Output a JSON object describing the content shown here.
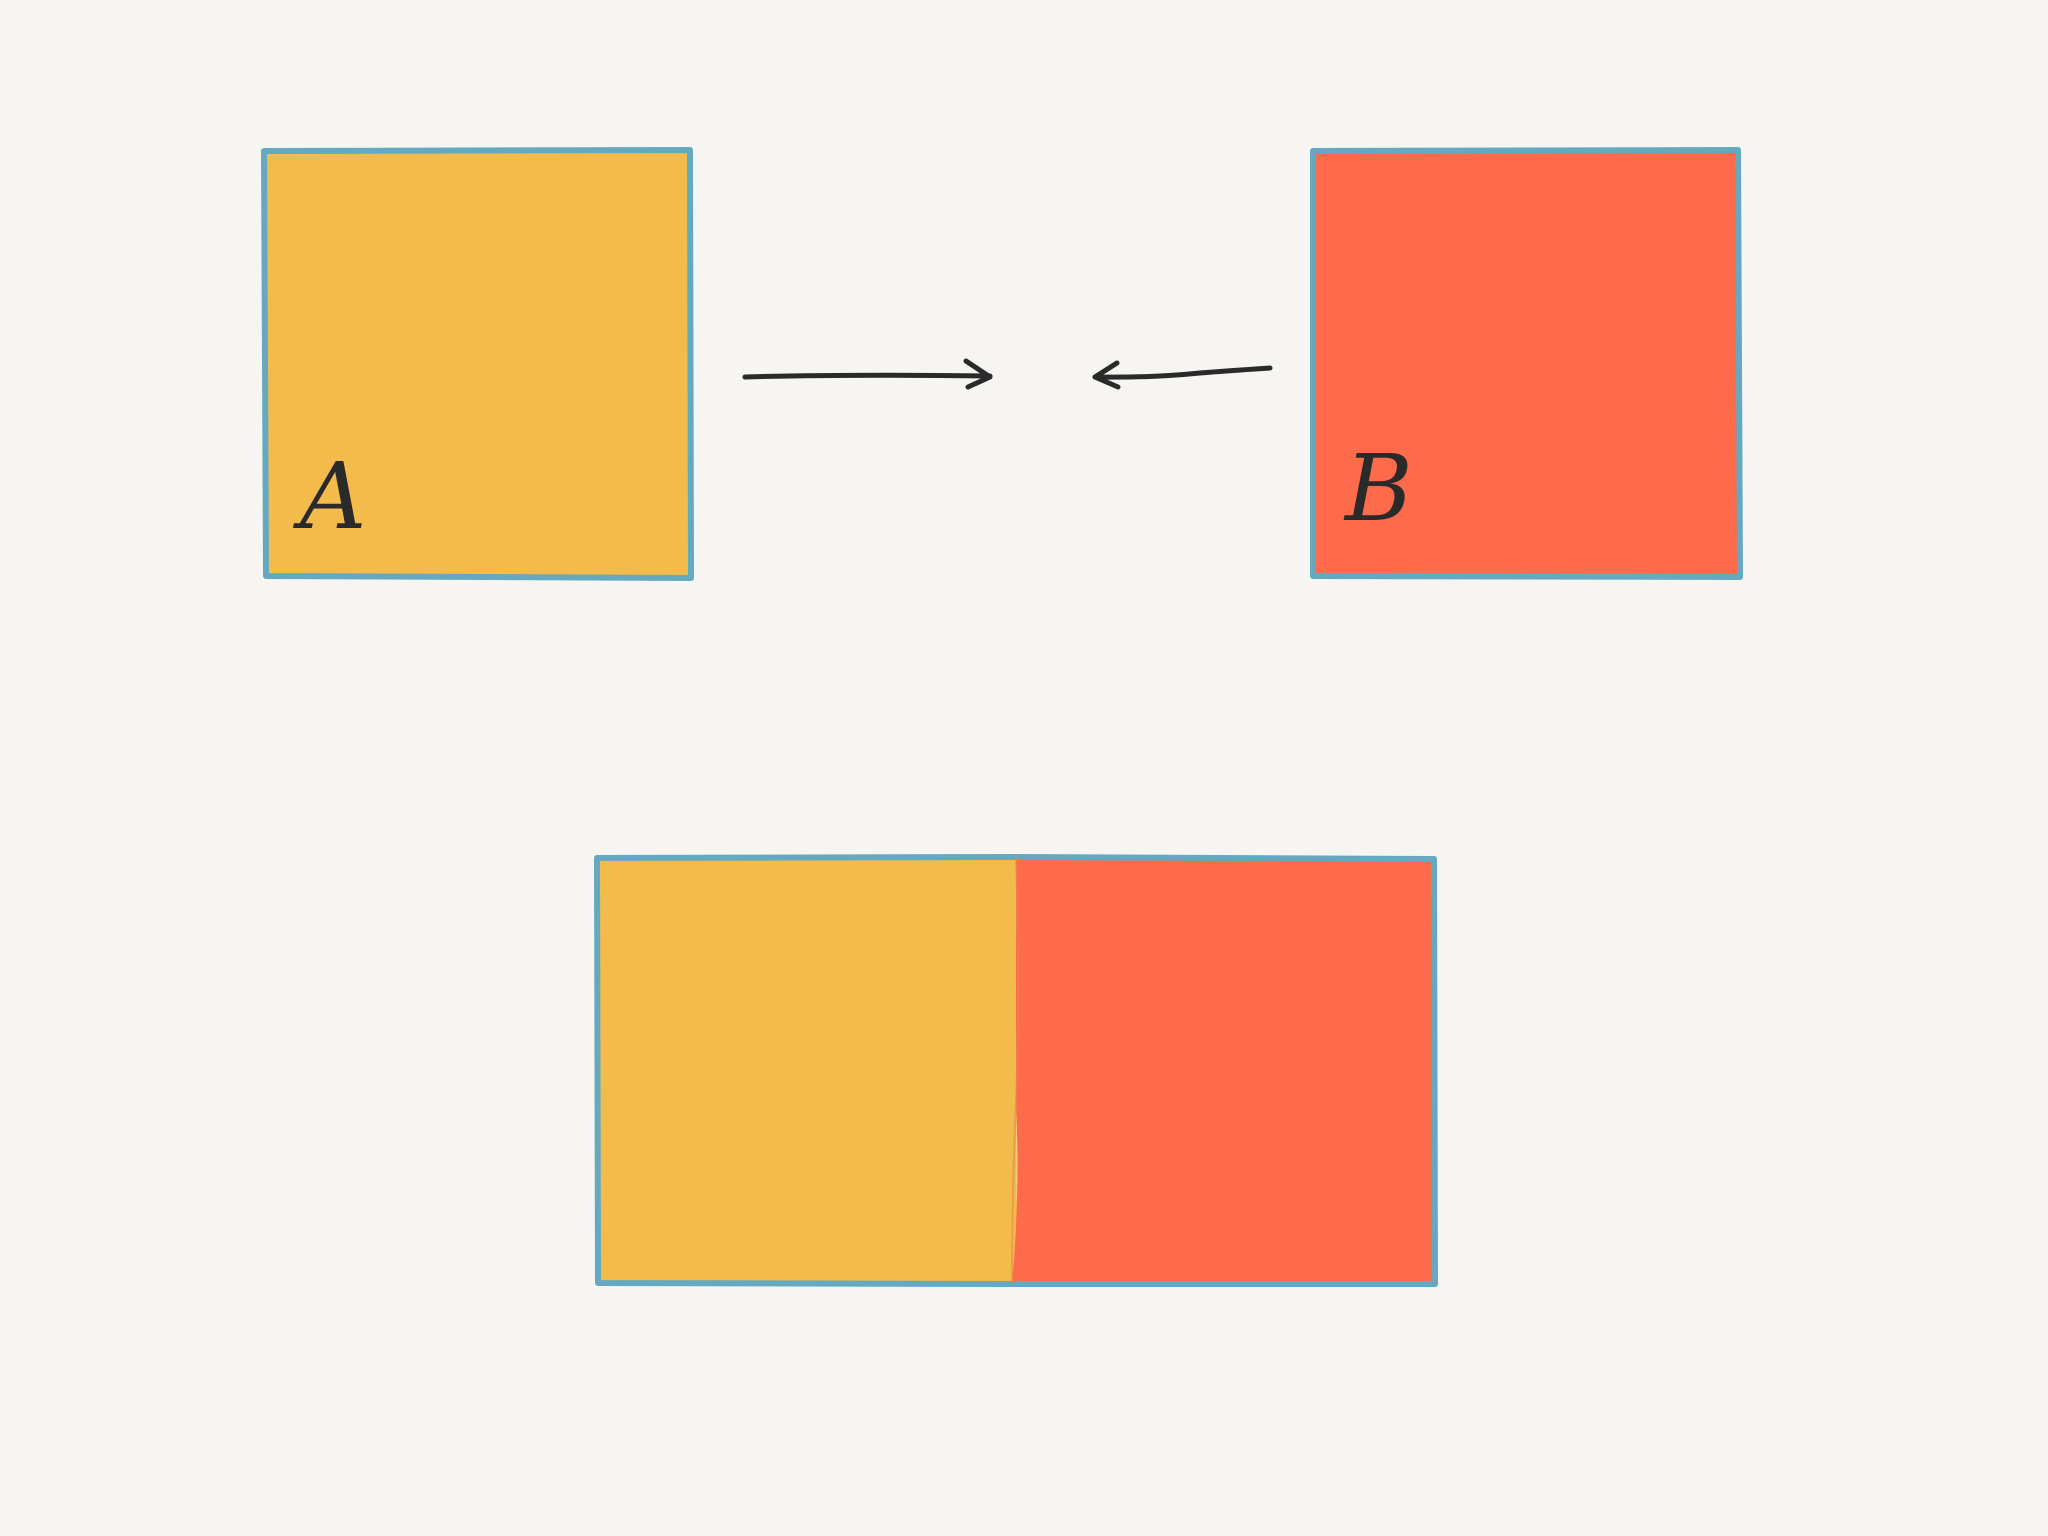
{
  "diagram": {
    "colors": {
      "background": "#f6f5f2",
      "box_a_fill": "#f2bb4b",
      "box_b_fill": "#fe6b4a",
      "outline": "#64a9c0",
      "ink": "#2a2a2a"
    },
    "box_a": {
      "label": "A"
    },
    "box_b": {
      "label": "B"
    },
    "arrow_right": {
      "direction": "right"
    },
    "arrow_left": {
      "direction": "left"
    },
    "merged": {
      "left_part": {
        "color": "#f2bb4b"
      },
      "right_part": {
        "color": "#fe6b4a"
      }
    }
  }
}
